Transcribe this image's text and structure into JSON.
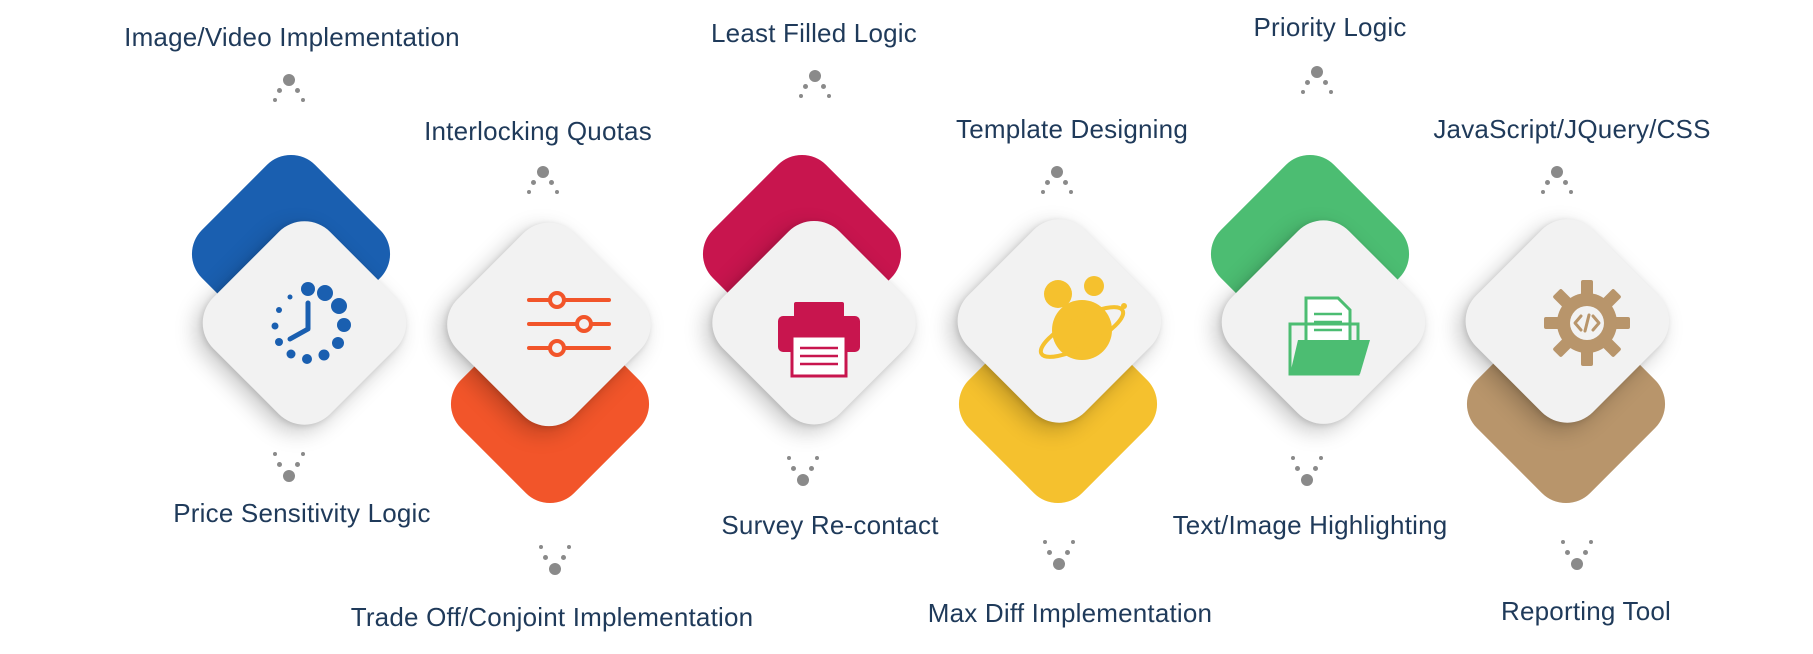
{
  "items": [
    {
      "top_label": "Image/Video Implementation",
      "bottom_label": "Price Sensitivity Logic",
      "icon": "clock-icon",
      "accent": "#1a5fb0",
      "back_pos": "top"
    },
    {
      "top_label": "Interlocking Quotas",
      "bottom_label": "Trade Off/Conjoint Implementation",
      "icon": "sliders-icon",
      "accent": "#f2552a",
      "back_pos": "bottom"
    },
    {
      "top_label": "Least Filled Logic",
      "bottom_label": "Survey Re-contact",
      "icon": "printer-icon",
      "accent": "#c8154e",
      "back_pos": "top"
    },
    {
      "top_label": "Template  Designing",
      "bottom_label": "Max Diff Implementation",
      "icon": "planet-icon",
      "accent": "#f5c12e",
      "back_pos": "bottom"
    },
    {
      "top_label": "Priority Logic",
      "bottom_label": "Text/Image Highlighting",
      "icon": "folder-icon",
      "accent": "#4cbd72",
      "back_pos": "top"
    },
    {
      "top_label": "JavaScript/JQuery/CSS",
      "bottom_label": "Reporting Tool",
      "icon": "gear-code-icon",
      "accent": "#b8956b",
      "back_pos": "bottom"
    }
  ]
}
